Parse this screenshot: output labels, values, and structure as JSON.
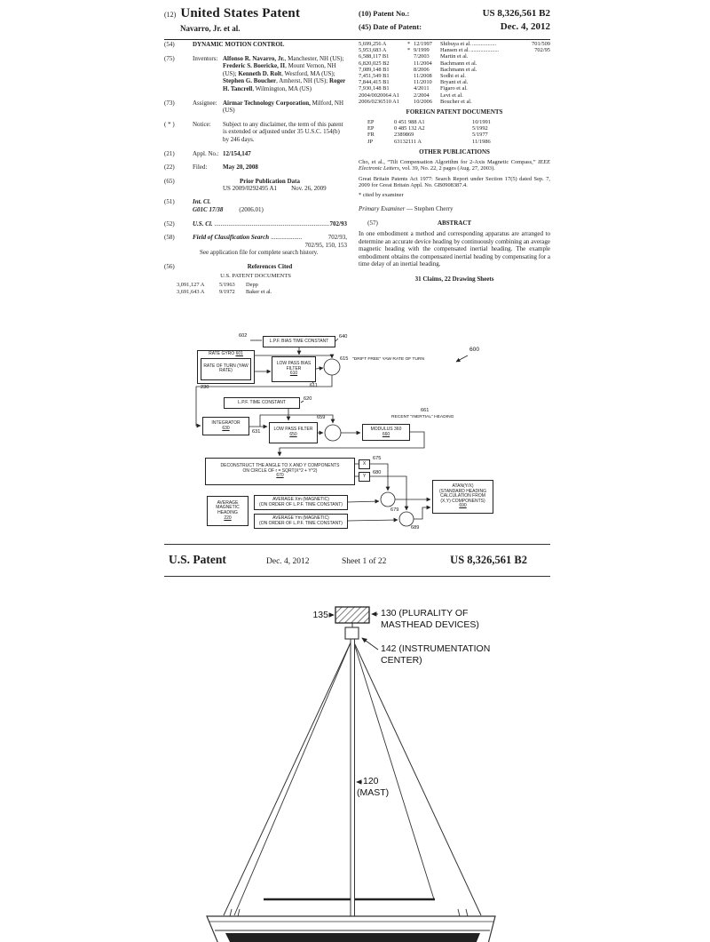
{
  "page1": {
    "header": {
      "kind_num": "(12)",
      "kind_title": "United States Patent",
      "party": "Navarro, Jr. et al.",
      "patent_no_num": "(10)",
      "patent_no_label": "Patent No.:",
      "patent_no_value": "US 8,326,561 B2",
      "date_num": "(45)",
      "date_label": "Date of Patent:",
      "date_value": "Dec. 4, 2012"
    },
    "left": {
      "title_num": "(54)",
      "title": "DYNAMIC MOTION CONTROL",
      "inventors_num": "(75)",
      "inventors_label": "Inventors:",
      "inv": {
        "s0": "Alfonso R. Navarro, Jr.",
        "s1": ", Manchester, NH (US); ",
        "s2": "Frederic S. Boericke, II",
        "s3": ", Mount Vernon, NH (US); ",
        "s4": "Kenneth D. Rolt",
        "s5": ", Westford, MA (US); ",
        "s6": "Stephen G. Boucher",
        "s7": ", Amherst, NH (US); ",
        "s8": "Roger H. Tancrell",
        "s9": ", Wilmington, MA (US)"
      },
      "assignee_num": "(73)",
      "assignee_label": "Assignee:",
      "assignee_bold": "Airmar Technology Corporation,",
      "assignee_rest": " Milford, NH (US)",
      "notice_num": "( * )",
      "notice_label": "Notice:",
      "notice_text": "Subject to any disclaimer, the term of this patent is extended or adjusted under 35 U.S.C. 154(b) by 246 days.",
      "appl_num": "(21)",
      "appl_label": "Appl. No.:",
      "appl_value": "12/154,147",
      "filed_num": "(22)",
      "filed_label": "Filed:",
      "filed_value": "May 20, 2008",
      "prior_num": "(65)",
      "prior_title": "Prior Publication Data",
      "prior_pub": "US 2009/0292495 A1",
      "prior_date": "Nov. 26, 2009",
      "intcl_num": "(51)",
      "intcl_label": "Int. Cl.",
      "intcl_class": "G01C 17/38",
      "intcl_year": "(2006.01)",
      "uscl_num": "(52)",
      "uscl_label": "U.S. Cl.",
      "uscl_dots": "..........................................................................",
      "uscl_value": "702/93",
      "field_num": "(58)",
      "field_label": "Field of Classification Search",
      "field_dots": "....................",
      "field_value1": "702/93,",
      "field_value2": "702/95, 150, 153",
      "field_note": "See application file for complete search history.",
      "refs_num": "(56)",
      "refs_title": "References Cited",
      "uspat_title": "U.S. PATENT DOCUMENTS",
      "uspat_rows": [
        {
          "no": "3,091,127 A",
          "date": "5/1963",
          "name": "Depp"
        },
        {
          "no": "3,691,643 A",
          "date": "9/1972",
          "name": "Baker et al."
        }
      ]
    },
    "right": {
      "uspat_rows": [
        {
          "no": "5,699,256 A",
          "star": "*",
          "date": "12/1997",
          "name": "Shibuya et al.",
          "dots": ".................",
          "cls": "701/509"
        },
        {
          "no": "5,953,683 A",
          "star": "*",
          "date": "9/1999",
          "name": "Hansen et al.",
          "dots": "....................",
          "cls": "702/95"
        },
        {
          "no": "6,588,117 B1",
          "star": "",
          "date": "7/2003",
          "name": "Martin et al.",
          "dots": "",
          "cls": ""
        },
        {
          "no": "6,820,025 B2",
          "star": "",
          "date": "11/2004",
          "name": "Bachmann et al.",
          "dots": "",
          "cls": ""
        },
        {
          "no": "7,089,148 B1",
          "star": "",
          "date": "8/2006",
          "name": "Bachmann et al.",
          "dots": "",
          "cls": ""
        },
        {
          "no": "7,451,549 B1",
          "star": "",
          "date": "11/2008",
          "name": "Sodhi et al.",
          "dots": "",
          "cls": ""
        },
        {
          "no": "7,844,415 B1",
          "star": "",
          "date": "11/2010",
          "name": "Bryant et al.",
          "dots": "",
          "cls": ""
        },
        {
          "no": "7,930,148 B1",
          "star": "",
          "date": "4/2011",
          "name": "Figaro et al.",
          "dots": "",
          "cls": ""
        },
        {
          "no": "2004/0020064 A1",
          "star": "",
          "date": "2/2004",
          "name": "Levi et al.",
          "dots": "",
          "cls": ""
        },
        {
          "no": "2006/0236510 A1",
          "star": "",
          "date": "10/2006",
          "name": "Boucher et al.",
          "dots": "",
          "cls": ""
        }
      ],
      "foreign_title": "FOREIGN PATENT DOCUMENTS",
      "foreign_rows": [
        {
          "cc": "EP",
          "no": "0 451 988 A1",
          "date": "10/1991"
        },
        {
          "cc": "EP",
          "no": "0 485 132 A2",
          "date": "5/1992"
        },
        {
          "cc": "FR",
          "no": "2389869",
          "date": "5/1977"
        },
        {
          "cc": "JP",
          "no": "63132111 A",
          "date": "11/1986"
        }
      ],
      "other_title": "OTHER PUBLICATIONS",
      "cho_pre": "Cho, et al., “Tilt Compensation Algorithm for 2-Axis Magnetic Compass,” ",
      "cho_italic": "IEEE Electronic Letters,",
      "cho_post": " vol. 39, No. 22, 2 pages (Aug. 27, 2003).",
      "gb_pub": "Great Britain Patents Act 1977: Search Report under Section 17(5) dated Sep. 7, 2009 for Great Britain Appl. No. GB0908387.4.",
      "cited": "* cited by examiner",
      "examiner_label": "Primary Examiner",
      "examiner_name": " — Stephen Cherry",
      "abstract_num": "(57)",
      "abstract_title": "ABSTRACT",
      "abstract_text": "In one embodiment a method and corresponding apparatus are arranged to determine an accurate device heading by continuously combining an average magnetic heading with the compensated inertial heading. The example embodiment obtains the compensated inertial heading by compensating for a time delay of an inertial heading.",
      "claims_line": "31 Claims, 22 Drawing Sheets"
    }
  },
  "diagram": {
    "ref_600": "600",
    "ref_602": "602",
    "ref_640": "640",
    "lpf_bias_tc": "L.P.F. BIAS TIME CONSTANT",
    "rate_gyro": "RATE GYRO",
    "ref_601": "601",
    "rate_of_turn": "RATE OF TURN (YAW RATE)",
    "ref_230": "230",
    "low_pass_bias_filter": "LOW PASS BIAS FILTER",
    "ref_610": "610",
    "ref_611": "611",
    "ref_615": "615",
    "drift_free": "\"DRIFT FREE\" YAW RATE OF TURN",
    "lpf_tc": "L.P.F. TIME CONSTANT",
    "ref_620": "620",
    "integrator": "INTEGRATOR",
    "ref_630": "630",
    "ref_631": "631",
    "low_pass_filter": "LOW PASS FILTER",
    "ref_650": "650",
    "ref_659": "659",
    "modulus": "MODULUS 360",
    "ref_660": "660",
    "ref_661": "661",
    "recent_heading": "RECENT \"INERTIAL\" HEADING",
    "deconstruct_l1": "DECONSTRUCT THE ANGLE TO X AND Y COMPONENTS",
    "deconstruct_l2": "ON CIRCLE OF r = SQRT(X^2 + Y^2)",
    "ref_670": "670",
    "x_label": "X",
    "y_label": "Y",
    "ref_675": "675",
    "ref_680": "680",
    "avg_heading": "AVERAGE MAGNETIC HEADING",
    "ref_220": "220",
    "avg_x_l1": "AVERAGE Xm (MAGNETIC)",
    "avg_x_l2": "(ON ORDER OF L.P.F. TIME CONSTANT)",
    "avg_y_l1": "AVERAGE Ym (MAGNETIC)",
    "avg_y_l2": "(ON ORDER OF L.P.F. TIME CONSTANT)",
    "ref_679": "679",
    "ref_689": "689",
    "atan_l1": "ATAN(Y/X)",
    "atan_l2": "(STANDARD HEADING",
    "atan_l3": "CALCULATION FROM",
    "atan_l4": "(X,Y) COMPONENTS)",
    "ref_690": "690"
  },
  "page2": {
    "header": {
      "title": "U.S. Patent",
      "date": "Dec. 4, 2012",
      "sheet": "Sheet 1 of 22",
      "patent_no": "US 8,326,561 B2"
    },
    "figure": {
      "label_135": "135",
      "label_130": "130 (PLURALITY OF MASTHEAD DEVICES)",
      "label_142": "142 (INSTRUMENTATION CENTER)",
      "label_120": "120",
      "label_mast": "(MAST)"
    }
  }
}
